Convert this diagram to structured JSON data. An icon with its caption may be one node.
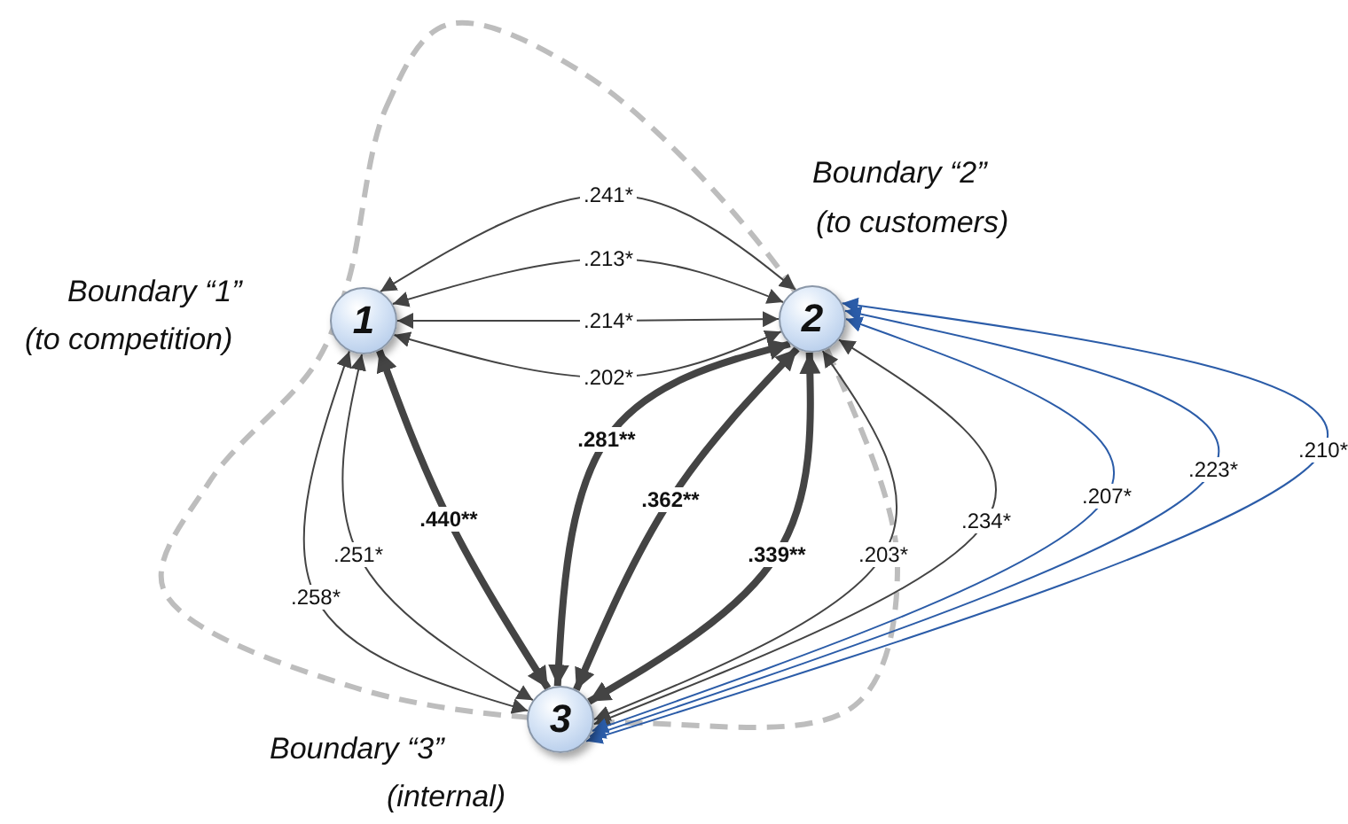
{
  "diagram": {
    "nodes": [
      {
        "text": [
          "1"
        ],
        "beside": [
          "Boundary “1”",
          "(to competition)"
        ]
      },
      {
        "text": [
          "2"
        ],
        "beside": [
          "Boundary “2”",
          "(to customers)"
        ]
      },
      {
        "text": [
          "3"
        ],
        "beside": [
          "Boundary “3”",
          "(internal)"
        ]
      }
    ],
    "edges": [
      {
        "from": 0,
        "to": 1,
        "arrow": "both",
        "label": ".241*"
      },
      {
        "from": 0,
        "to": 1,
        "arrow": "both",
        "label": ".213*"
      },
      {
        "from": 0,
        "to": 1,
        "arrow": "both",
        "label": ".214*"
      },
      {
        "from": 0,
        "to": 1,
        "arrow": "both",
        "label": ".202*"
      },
      {
        "from": 0,
        "to": 2,
        "arrow": "both",
        "label": ".258*"
      },
      {
        "from": 0,
        "to": 2,
        "arrow": "both",
        "label": ".251*"
      },
      {
        "from": 0,
        "to": 2,
        "arrow": "both",
        "label": ".440**",
        "style": "thick"
      },
      {
        "from": 1,
        "to": 2,
        "arrow": "both",
        "label": ".281**",
        "style": "thick"
      },
      {
        "from": 1,
        "to": 2,
        "arrow": "both",
        "label": ".362**",
        "style": "thick"
      },
      {
        "from": 1,
        "to": 2,
        "arrow": "both",
        "label": ".339**",
        "style": "thick"
      },
      {
        "from": 1,
        "to": 2,
        "arrow": "both",
        "label": ".203*"
      },
      {
        "from": 1,
        "to": 2,
        "arrow": "both",
        "label": ".234*"
      },
      {
        "from": 1,
        "to": 2,
        "arrow": "both",
        "label": ".207*",
        "color": "#2b5ca8"
      },
      {
        "from": 1,
        "to": 2,
        "arrow": "both",
        "label": ".223*",
        "color": "#2b5ca8"
      },
      {
        "from": 1,
        "to": 2,
        "arrow": "both",
        "label": ".210*",
        "color": "#2b5ca8"
      }
    ]
  }
}
